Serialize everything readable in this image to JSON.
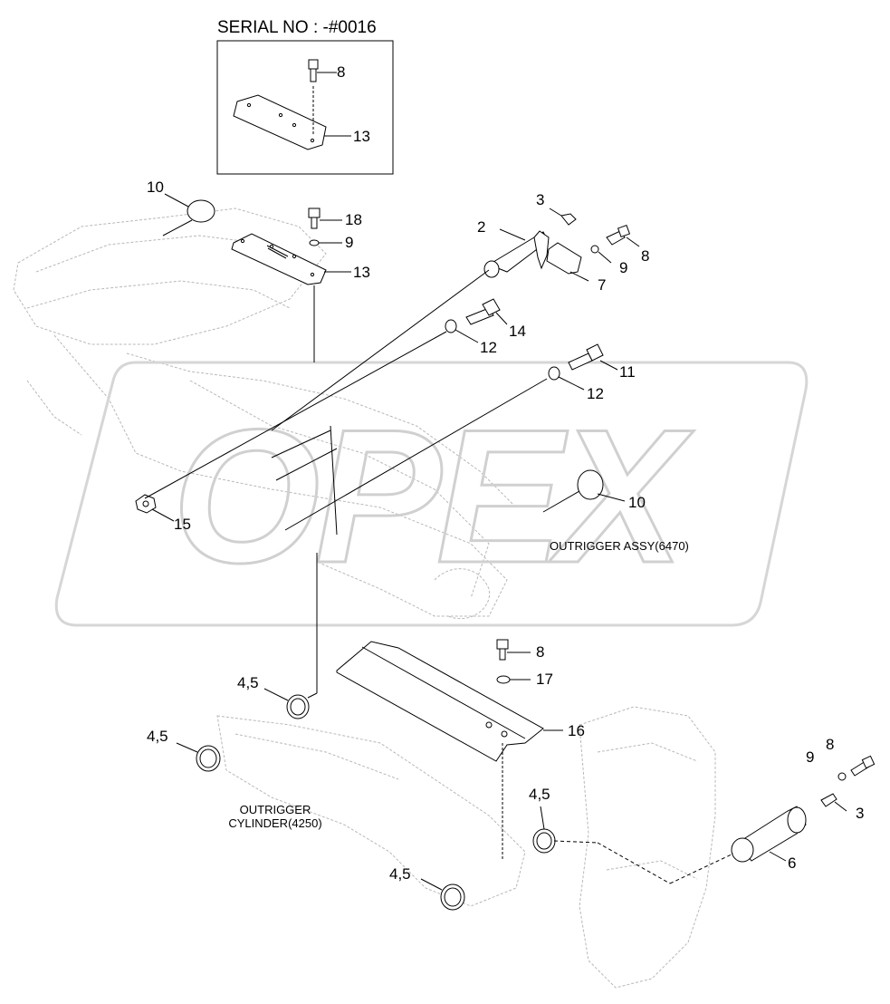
{
  "serial_note": "SERIAL NO : -#0016",
  "watermark": "OPEX",
  "assemblies": {
    "outrigger_assy": "OUTRIGGER ASSY(6470)",
    "outrigger_cylinder_line1": "OUTRIGGER",
    "outrigger_cylinder_line2": "CYLINDER(4250)"
  },
  "part_callouts": {
    "inset_bolt": "8",
    "inset_cover": "13",
    "plug_top": "10",
    "bolt_top": "18",
    "washer_top": "9",
    "cover_top": "13",
    "bolt_pin": "3",
    "pin_top": "2",
    "bolt_stopper": "8",
    "washer_stopper": "9",
    "stopper_plate": "7",
    "bolt_grease": "14",
    "washer_a": "12",
    "bolt_long": "11",
    "washer_b": "12",
    "plug_right": "10",
    "nut": "15",
    "bolt_guard": "8",
    "washer_guard": "17",
    "guard_plate": "16",
    "seal_upper": "4,5",
    "seal_left": "4,5",
    "seal_mid": "4,5",
    "seal_lower": "4,5",
    "washer_pin_low": "9",
    "bolt_pin_low": "8",
    "bolt_pin_low_3": "3",
    "pin_low": "6"
  },
  "colors": {
    "line": "#000000",
    "ghost": "#b5b5b5",
    "watermark": "#d4d4d4"
  }
}
